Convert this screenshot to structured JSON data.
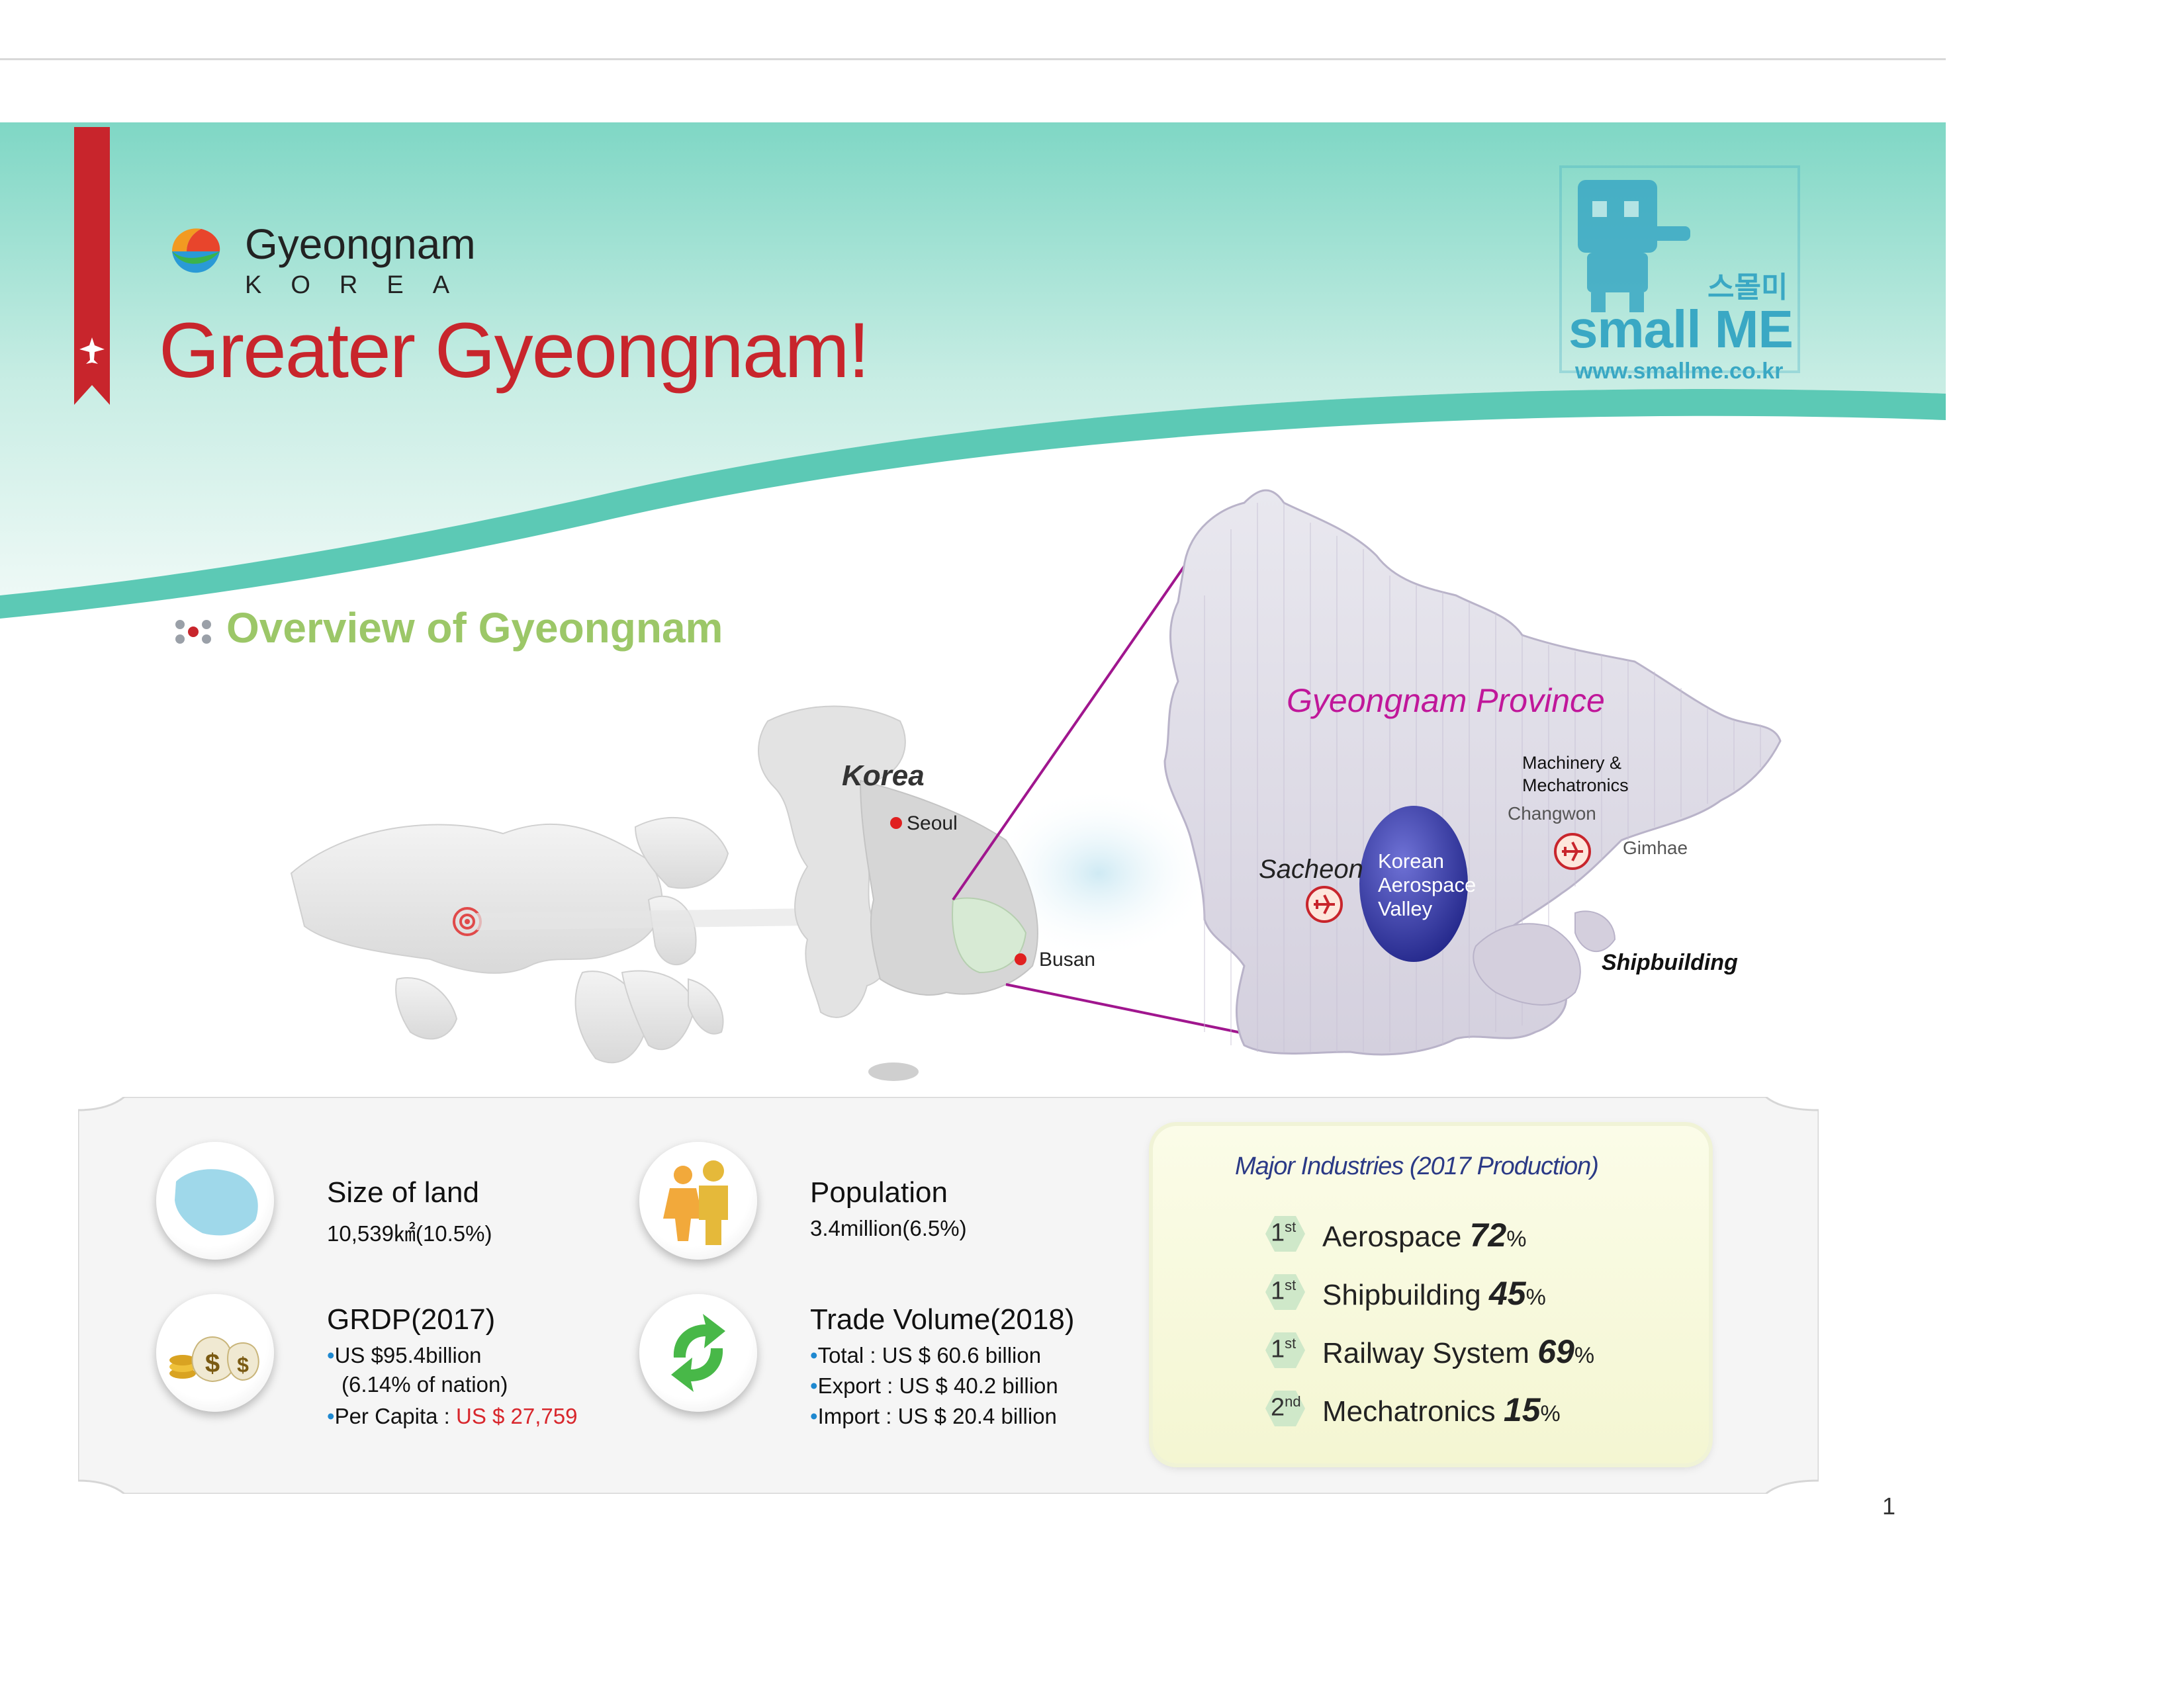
{
  "brand": {
    "name": "Gyeongnam",
    "sub": "KOREA",
    "title": "Greater Gyeongnam!"
  },
  "stamp": {
    "ko": "스몰미",
    "name": "small ME",
    "url": "www.smallme.co.kr"
  },
  "overview": {
    "title": "Overview of Gyeongnam"
  },
  "map": {
    "korea_label": "Korea",
    "seoul": "Seoul",
    "busan": "Busan",
    "province_label": "Gyeongnam Province",
    "machinery": "Machinery &",
    "mechatronics": "Mechatronics",
    "changwon": "Changwon",
    "gimhae": "Gimhae",
    "sacheon": "Sacheon",
    "valley_line1": "Korean",
    "valley_line2": "Aerospace",
    "valley_line3": "Valley",
    "shipbuilding": "Shipbuilding"
  },
  "stats": {
    "land": {
      "title": "Size of land",
      "value": "10,539㎢(10.5%)"
    },
    "population": {
      "title": "Population",
      "value": "3.4million(6.5%)"
    },
    "grdp": {
      "title": "GRDP(2017)",
      "line1": "US $95.4billion",
      "line2": "(6.14% of nation)",
      "per_capita_label": "Per Capita :",
      "per_capita_value": "US $ 27,759"
    },
    "trade": {
      "title": "Trade Volume(2018)",
      "total_label": "Total :",
      "total_value": "US $ 60.6 billion",
      "export_label": "Export :",
      "export_value": "US $ 40.2 billion",
      "import_label": "Import :",
      "import_value": "US $ 20.4 billion"
    }
  },
  "industries": {
    "title": "Major Industries (2017 Production)",
    "items": [
      {
        "rank": "1",
        "suffix": "st",
        "name": "Aerospace",
        "value": "72",
        "unit": "%"
      },
      {
        "rank": "1",
        "suffix": "st",
        "name": "Shipbuilding",
        "value": "45",
        "unit": "%"
      },
      {
        "rank": "1",
        "suffix": "st",
        "name": "Railway System",
        "value": "69",
        "unit": "%"
      },
      {
        "rank": "2",
        "suffix": "nd",
        "name": "Mechatronics",
        "value": "15",
        "unit": "%"
      }
    ]
  },
  "page_number": "1",
  "colors": {
    "band": "#7dd9c4",
    "title_red": "#c8252c",
    "overview_green": "#9cc768",
    "province_magenta": "#c0179a",
    "valley_blue": "#3c3fa8",
    "industries_title": "#2b3a86"
  }
}
